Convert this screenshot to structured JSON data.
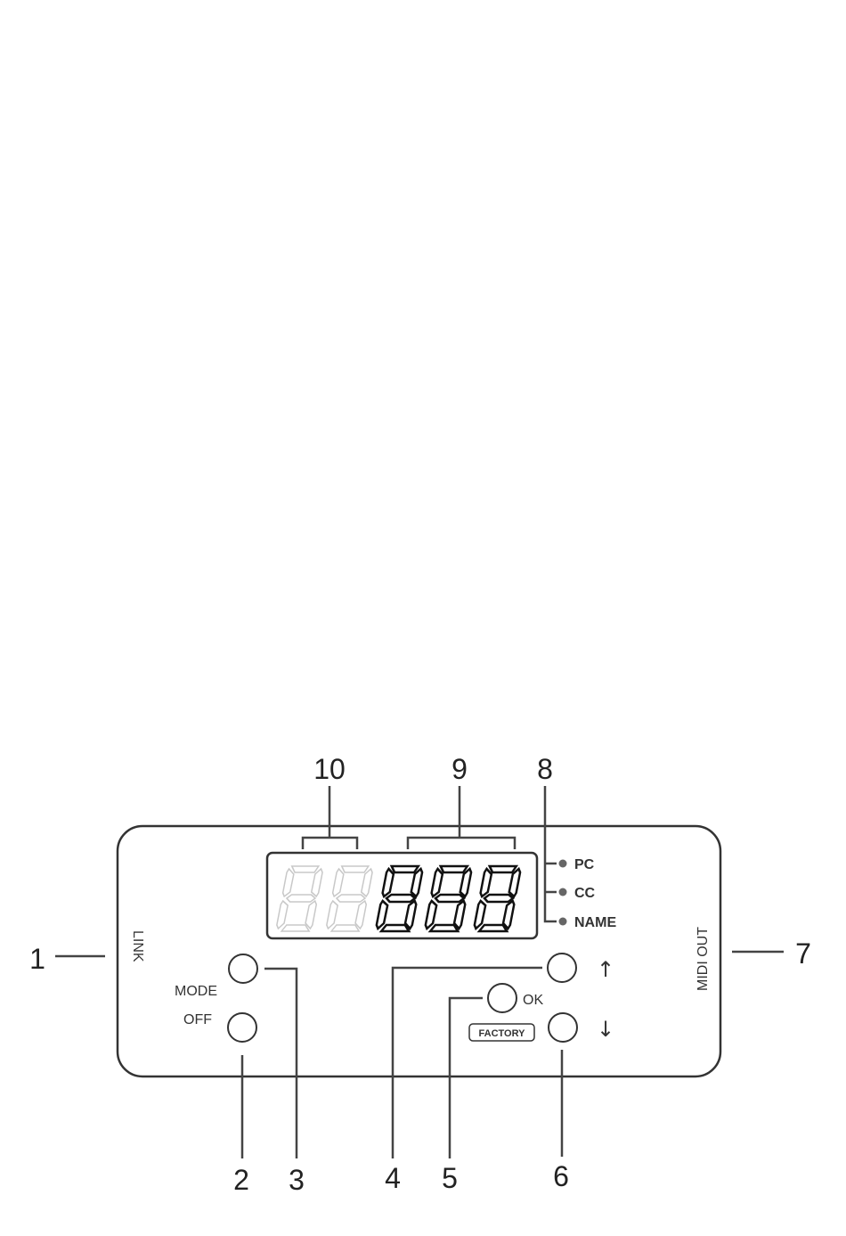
{
  "callouts": {
    "c1": "1",
    "c2": "2",
    "c3": "3",
    "c4": "4",
    "c5": "5",
    "c6": "6",
    "c7": "7",
    "c8": "8",
    "c9": "9",
    "c10": "10"
  },
  "panel": {
    "link": "LINK",
    "midi_out": "MIDI OUT",
    "mode": "MODE",
    "off": "OFF",
    "ok": "OK",
    "factory": "FACTORY",
    "up_arrow": "↑",
    "down_arrow": "↓"
  },
  "leds": {
    "pc": "PC",
    "cc": "CC",
    "name": "NAME"
  },
  "display": {
    "dim_digits": 2,
    "bright_digits": 3
  }
}
